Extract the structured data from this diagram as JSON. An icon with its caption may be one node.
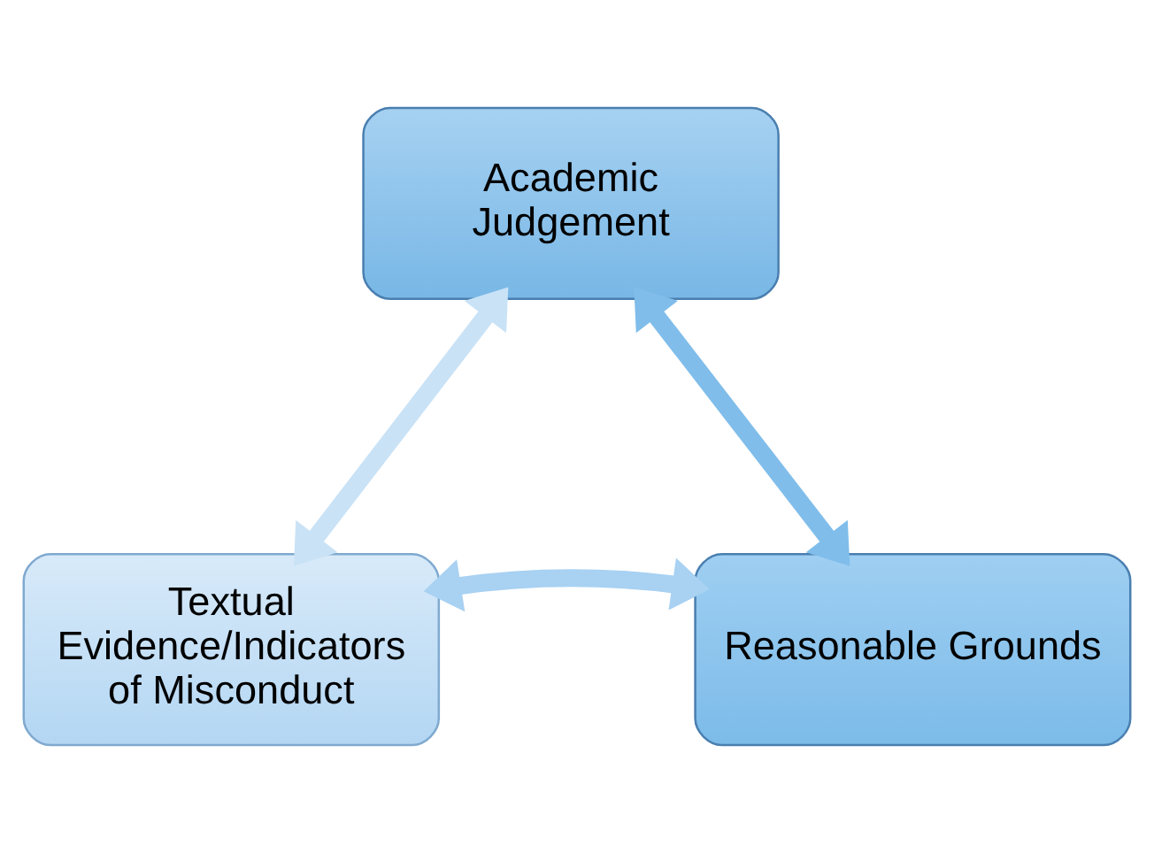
{
  "diagram": {
    "nodes": [
      {
        "text": [
          "Academic Judgement"
        ]
      },
      {
        "text": [
          "Textual Evidence/Indicators of Misconduct"
        ]
      },
      {
        "text": [
          "Reasonable Grounds"
        ]
      }
    ],
    "edges": [
      {
        "from": 1,
        "to": 0,
        "arrow": "both",
        "color": "#c9e2f6"
      },
      {
        "from": 0,
        "to": 2,
        "arrow": "both",
        "color": "#80bdea"
      },
      {
        "from": 1,
        "to": 2,
        "arrow": "both",
        "color": "#a8d1f2"
      }
    ]
  }
}
